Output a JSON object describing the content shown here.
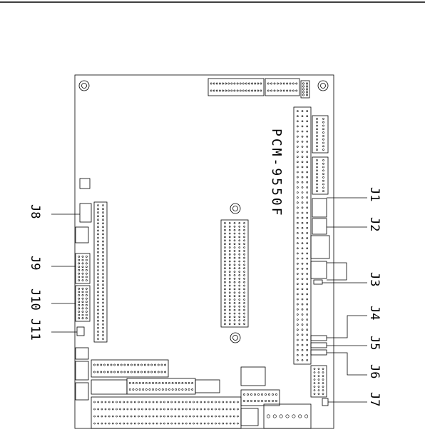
{
  "board": {
    "model": "PCM-9550F"
  },
  "jumpers": [
    {
      "id": "j1",
      "label": "J1"
    },
    {
      "id": "j2",
      "label": "J2"
    },
    {
      "id": "j3",
      "label": "J3"
    },
    {
      "id": "j4",
      "label": "J4"
    },
    {
      "id": "j5",
      "label": "J5"
    },
    {
      "id": "j6",
      "label": "J6"
    },
    {
      "id": "j7",
      "label": "J7"
    },
    {
      "id": "j8",
      "label": "J8"
    },
    {
      "id": "j9",
      "label": "J9"
    },
    {
      "id": "j10",
      "label": "J10"
    },
    {
      "id": "j11",
      "label": "J11"
    }
  ],
  "colors": {
    "line": "#000000",
    "background": "#ffffff"
  }
}
